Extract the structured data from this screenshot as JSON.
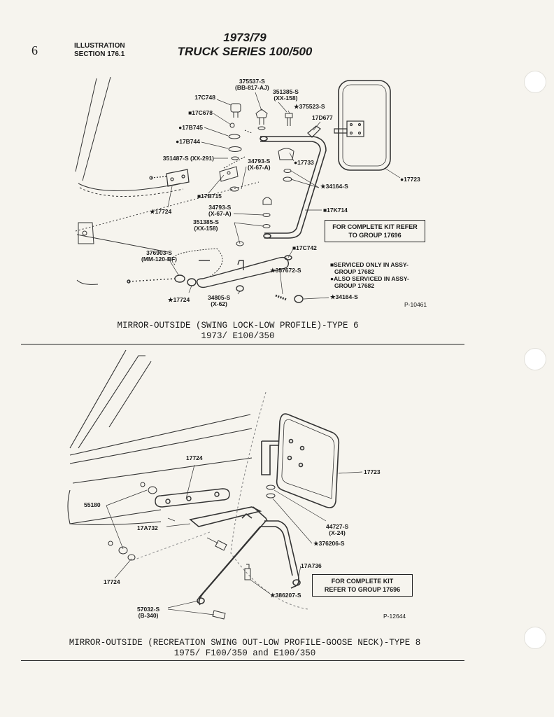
{
  "header": {
    "page_number": "6",
    "illustration_line1": "ILLUSTRATION",
    "illustration_line2": "SECTION 176.1",
    "title_line1": "1973/79",
    "title_line2": "TRUCK SERIES 100/500"
  },
  "diagram1": {
    "labels": {
      "p375537": "375537-S",
      "p375537_code": "(BB-817-AJ)",
      "p17c748": "17C748",
      "p351385a": "351385-S",
      "p351385a_code": "(XX-158)",
      "p375523": "★375523-S",
      "p17c678": "■17C678",
      "p17d677": "17D677",
      "p17b745": "●17B745",
      "p17b744": "●17B744",
      "p351487": "351487-S (XX-291)",
      "p34793a": "34793-S",
      "p34793a_code": "(X-67-A)",
      "p17733": "●17733",
      "p17723": "●17723",
      "p34164a": "★34164-S",
      "p17b715": "■17B715",
      "p17724a": "★17724",
      "p34793b": "34793-S",
      "p34793b_code": "(X-67-A)",
      "p17k714": "■17K714",
      "p351385b": "351385-S",
      "p351385b_code": "(XX-158)",
      "p17c742": "■17C742",
      "p376903": "376903-S",
      "p376903_code": "(MM-120-BF)",
      "p357672": "★357672-S",
      "p17724b": "★17724",
      "p34805": "34805-S",
      "p34805_code": "(X-62)",
      "p34164b": "★34164-S",
      "fig": "P-10461"
    },
    "kit_line1": "FOR COMPLETE KIT REFER",
    "kit_line2": "TO GROUP 17696",
    "note1_line1": "■SERVICED ONLY IN ASSY-",
    "note1_line2": "GROUP 17682",
    "note2_line1": "●ALSO SERVICED IN ASSY-",
    "note2_line2": "GROUP 17682",
    "caption_line1": "MIRROR-OUTSIDE (SWING LOCK-LOW PROFILE)-TYPE 6",
    "caption_line2": "1973/    E100/350"
  },
  "diagram2": {
    "labels": {
      "p17724a": "17724",
      "p17723": "17723",
      "p55180": "55180",
      "p17a732": "17A732",
      "p44727": "44727-S",
      "p44727_code": "(X-24)",
      "p376206": "★376206-S",
      "p17a736": "17A736",
      "p17724b": "17724",
      "p386207": "★386207-S",
      "p57032": "57032-S",
      "p57032_code": "(B-340)",
      "fig": "P-12644"
    },
    "kit_line1": "FOR COMPLETE KIT",
    "kit_line2": "REFER TO GROUP 17696",
    "caption_line1": "MIRROR-OUTSIDE (RECREATION SWING OUT-LOW PROFILE-GOOSE NECK)-TYPE 8",
    "caption_line2": "1975/    F100/350 and E100/350"
  }
}
